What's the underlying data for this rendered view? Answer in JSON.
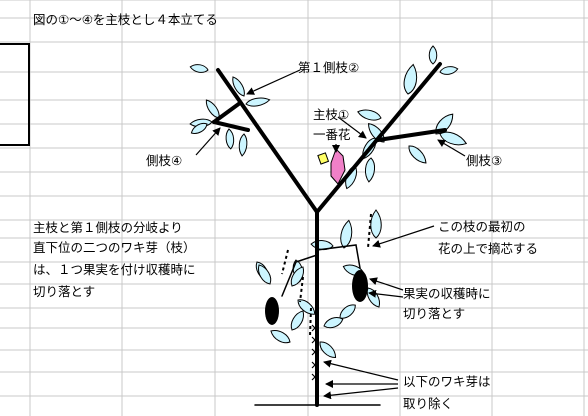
{
  "title": "図の①～④を主枝とし４本立てる",
  "labels": {
    "sub_branch_2": "第１側枝②",
    "main_branch_1": "主枝①",
    "first_flower": "一番花",
    "side_branch_4": "側枝④",
    "side_branch_3": "側枝③"
  },
  "notes": {
    "left_lines": [
      "主枝と第１側枝の分岐より",
      "直下位の二つのワキ芽（枝）",
      "は、１つ果実を付け収穫時に",
      "切り落とす"
    ],
    "top_right_lines": [
      "この枝の最初の",
      "花の上で摘芯する"
    ],
    "mid_right_lines": [
      "果実の収穫時に",
      "切り落とす"
    ],
    "bottom_right_lines": [
      "以下のワキ芽は",
      "取り除く"
    ]
  },
  "colors": {
    "leaf_fill": "#ccf5ff",
    "flower_fill": "#f080c8",
    "bud_fill": "#ffff66",
    "grid": "#c8c8c8"
  }
}
